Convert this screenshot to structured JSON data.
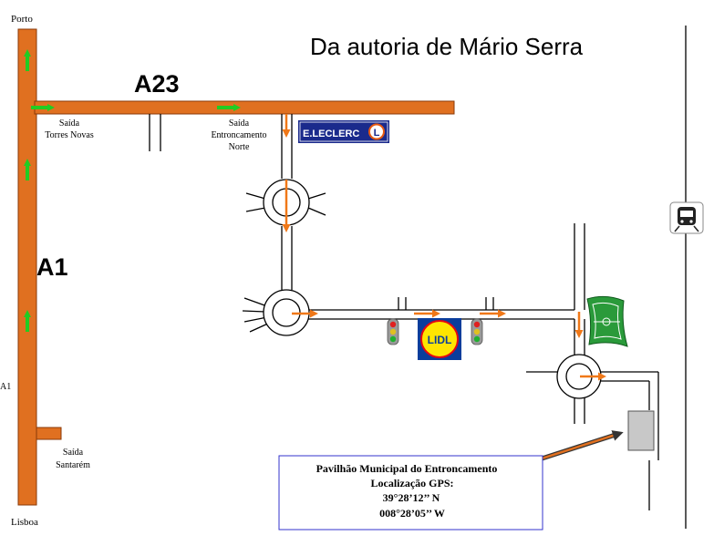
{
  "title": "Da autoria de Mário Serra",
  "roads": {
    "a1_label": "A1",
    "a23_label": "A23",
    "a1_side_label": "A1"
  },
  "places": {
    "porto": "Porto",
    "lisboa": "Lisboa"
  },
  "exits": {
    "torres_novas": [
      "Saída",
      "Torres Novas"
    ],
    "entroncamento_norte": [
      "Saída",
      "Entroncamento",
      "Norte"
    ],
    "santarem": [
      "Saída",
      "Santarém"
    ]
  },
  "logos": {
    "leclerc": "E.LECLERC",
    "leclerc_badge": "L",
    "lidl": "LIDL"
  },
  "info_box": {
    "line1": "Pavilhão Municipal do Entroncamento",
    "line2": "Localização GPS:",
    "line3": "39°28’12’’ N",
    "line4": "008°28’05’’ W"
  },
  "colors": {
    "highway": "#e07020",
    "direction_arrow": "#22cc22",
    "route_arrow": "#f07818",
    "leclerc_bg": "#1a2a8c",
    "lidl_bg": "#0a3d9c",
    "lidl_yellow": "#ffe500",
    "lidl_red": "#e30613",
    "info_box_border": "#3333cc",
    "pavilion": "#c8c8c8",
    "stadium_green": "#2a9a3a"
  },
  "icons": {
    "train": "train-icon",
    "traffic_light": "traffic-light-icon",
    "stadium": "stadium-icon",
    "leclerc": "leclerc-logo",
    "lidl": "lidl-logo"
  }
}
